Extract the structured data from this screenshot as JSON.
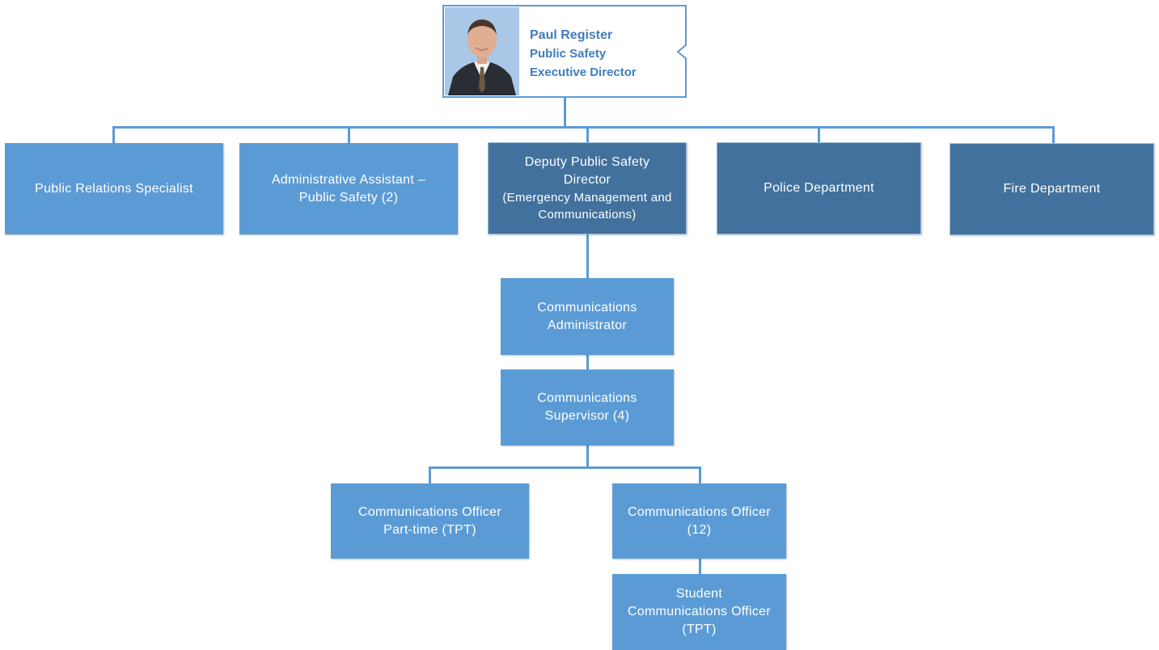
{
  "executive": {
    "name": "Paul Register",
    "title_line1": "Public Safety",
    "title_line2": "Executive Director"
  },
  "direct_reports": {
    "public_relations": "Public Relations Specialist",
    "admin_assistant_line1": "Administrative Assistant –",
    "admin_assistant_line2": "Public Safety  (2)",
    "deputy_line1": "Deputy Public Safety",
    "deputy_line2": "Director",
    "deputy_line3": "(Emergency Management and",
    "deputy_line4": "Communications)",
    "police": "Police Department",
    "fire": "Fire Department"
  },
  "communications": {
    "administrator_line1": "Communications",
    "administrator_line2": "Administrator",
    "supervisor_line1": "Communications",
    "supervisor_line2": "Supervisor (4)",
    "officer_pt_line1": "Communications Officer",
    "officer_pt_line2": "Part-time (TPT)",
    "officer_line1": "Communications Officer",
    "officer_line2": "(12)",
    "student_line1": "Student",
    "student_line2": "Communications Officer",
    "student_line3": "(TPT)"
  },
  "colors": {
    "light_box": "#5b9bd5",
    "dark_box": "#41719c",
    "connector": "#5b9bd5",
    "exec_text": "#3f7dbf"
  },
  "icons": {
    "photo": "portrait-photo",
    "notch": "collapse-caret-icon"
  }
}
